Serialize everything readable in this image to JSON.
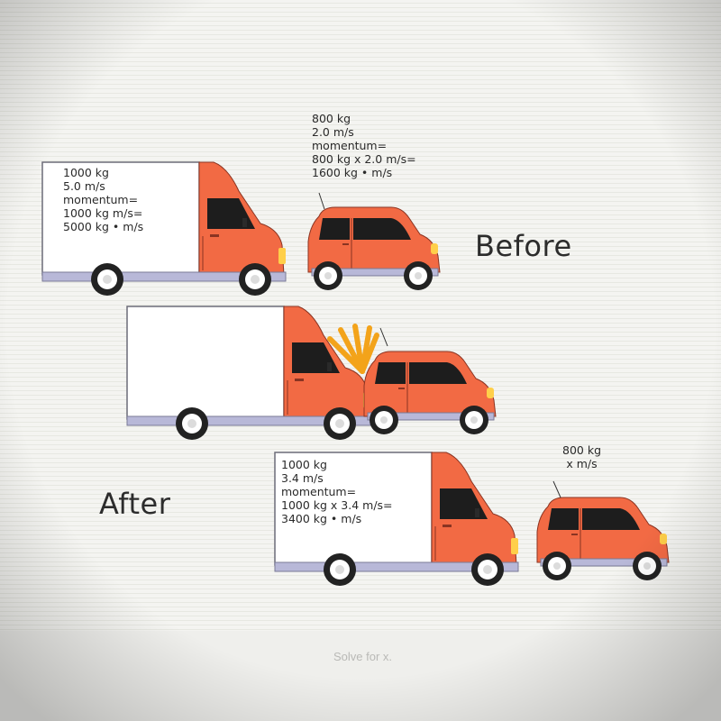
{
  "before": {
    "title": "Before",
    "truck": {
      "lines": [
        "1000 kg",
        "5.0 m/s",
        "momentum=",
        "1000 kg m/s=",
        "5000 kg • m/s"
      ]
    },
    "car": {
      "lines": [
        "800 kg",
        "2.0 m/s",
        "momentum=",
        "800 kg x 2.0 m/s=",
        "1600 kg • m/s"
      ]
    }
  },
  "after": {
    "title": "After",
    "truck": {
      "lines": [
        "1000 kg",
        "3.4 m/s",
        "momentum=",
        "1000 kg x 3.4 m/s=",
        "3400 kg • m/s"
      ]
    },
    "car": {
      "lines": [
        "800 kg",
        "x m/s"
      ]
    }
  },
  "caption": "Solve for x.",
  "colors": {
    "vehicle_body": "#f26a44",
    "truck_box": "#ffffff",
    "window": "#1d1d1d",
    "chassis": "#b8b8d8",
    "impact_burst": "#f3a31a"
  }
}
